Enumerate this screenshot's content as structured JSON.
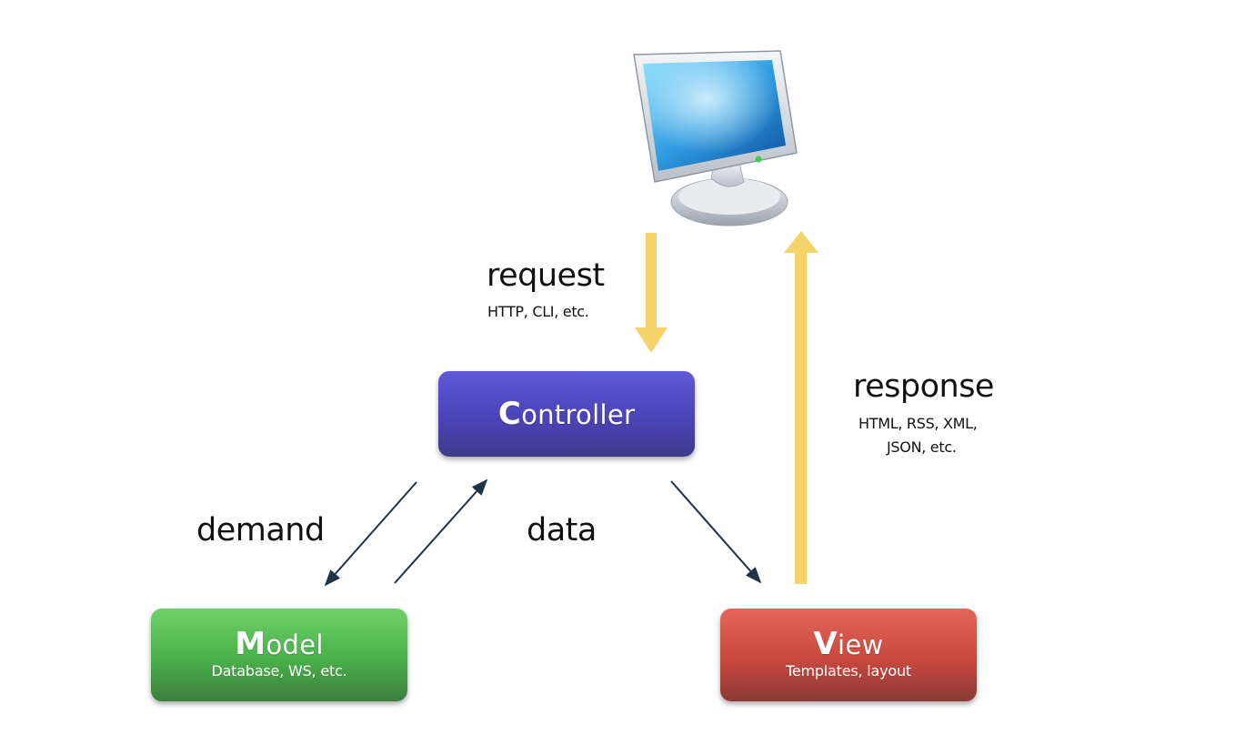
{
  "nodes": {
    "controller": {
      "initial": "C",
      "rest": "ontroller"
    },
    "model": {
      "initial": "M",
      "rest": "odel",
      "subtitle": "Database, WS, etc."
    },
    "view": {
      "initial": "V",
      "rest": "iew",
      "subtitle": "Templates, layout"
    }
  },
  "edges": {
    "request": {
      "label": "request",
      "sublabel": "HTTP, CLI, etc."
    },
    "response": {
      "label": "response",
      "sublabel_line1": "HTML, RSS, XML,",
      "sublabel_line2": "JSON, etc."
    },
    "demand": {
      "label": "demand"
    },
    "data": {
      "label": "data"
    }
  },
  "icons": {
    "client": "computer-monitor-icon"
  },
  "colors": {
    "controller": "#4a44b8",
    "model": "#4ab049",
    "view": "#c8483e",
    "flow_arrow": "#f5d36b",
    "thin_arrow": "#1f3347"
  }
}
